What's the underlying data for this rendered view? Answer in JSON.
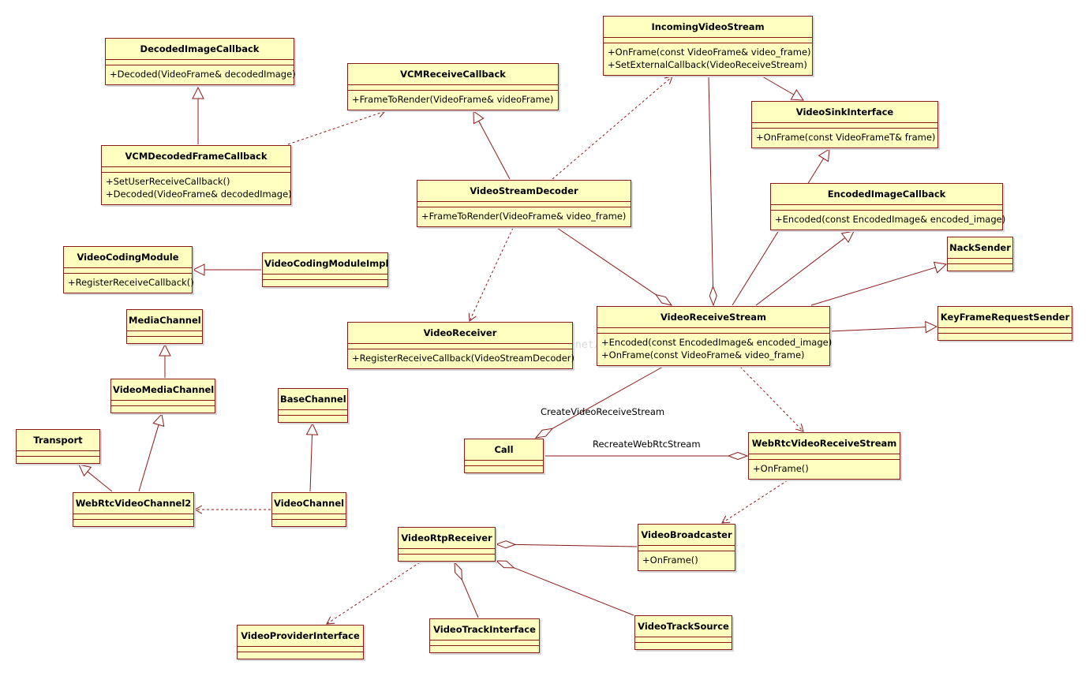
{
  "diagram": {
    "watermark": "http://blog.csdn.net/",
    "classes": {
      "DecodedImageCallback": {
        "name": "DecodedImageCallback",
        "ops": [
          "+Decoded(VideoFrame& decodedImage)"
        ]
      },
      "VCMReceiveCallback": {
        "name": "VCMReceiveCallback",
        "ops": [
          "+FrameToRender(VideoFrame& videoFrame)"
        ]
      },
      "IncomingVideoStream": {
        "name": "IncomingVideoStream",
        "ops": [
          "+OnFrame(const VideoFrame& video_frame)",
          "+SetExternalCallback(VideoReceiveStream)"
        ]
      },
      "VideoSinkInterface": {
        "name": "VideoSinkInterface",
        "ops": [
          "+OnFrame(const VideoFrameT& frame)"
        ]
      },
      "VCMDecodedFrameCallback": {
        "name": "VCMDecodedFrameCallback",
        "ops": [
          "+SetUserReceiveCallback()",
          "+Decoded(VideoFrame& decodedImage)"
        ]
      },
      "VideoStreamDecoder": {
        "name": "VideoStreamDecoder",
        "ops": [
          "+FrameToRender(VideoFrame& video_frame)"
        ]
      },
      "EncodedImageCallback": {
        "name": "EncodedImageCallback",
        "ops": [
          "+Encoded(const EncodedImage& encoded_image)"
        ]
      },
      "NackSender": {
        "name": "NackSender",
        "ops": []
      },
      "VideoCodingModule": {
        "name": "VideoCodingModule",
        "ops": [
          "+RegisterReceiveCallback()"
        ]
      },
      "VideoCodingModuleImpl": {
        "name": "VideoCodingModuleImpl",
        "ops": []
      },
      "MediaChannel": {
        "name": "MediaChannel",
        "ops": []
      },
      "VideoReceiver": {
        "name": "VideoReceiver",
        "ops": [
          "+RegisterReceiveCallback(VideoStreamDecoder)"
        ]
      },
      "VideoReceiveStream": {
        "name": "VideoReceiveStream",
        "ops": [
          "+Encoded(const EncodedImage& encoded_image)",
          "+OnFrame(const VideoFrame& video_frame)"
        ]
      },
      "KeyFrameRequestSender": {
        "name": "KeyFrameRequestSender",
        "ops": []
      },
      "VideoMediaChannel": {
        "name": "VideoMediaChannel",
        "ops": []
      },
      "BaseChannel": {
        "name": "BaseChannel",
        "ops": []
      },
      "Transport": {
        "name": "Transport",
        "ops": []
      },
      "Call": {
        "name": "Call",
        "ops": []
      },
      "WebRtcVideoReceiveStream": {
        "name": "WebRtcVideoReceiveStream",
        "ops": [
          "+OnFrame()"
        ]
      },
      "WebRtcVideoChannel2": {
        "name": "WebRtcVideoChannel2",
        "ops": []
      },
      "VideoChannel": {
        "name": "VideoChannel",
        "ops": []
      },
      "VideoRtpReceiver": {
        "name": "VideoRtpReceiver",
        "ops": []
      },
      "VideoBroadcaster": {
        "name": "VideoBroadcaster",
        "ops": [
          "+OnFrame()"
        ]
      },
      "VideoProviderInterface": {
        "name": "VideoProviderInterface",
        "ops": []
      },
      "VideoTrackInterface": {
        "name": "VideoTrackInterface",
        "ops": []
      },
      "VideoTrackSource": {
        "name": "VideoTrackSource",
        "ops": []
      }
    },
    "edge_labels": {
      "create_video_receive_stream": "CreateVideoReceiveStream",
      "recreate_webrtc_stream": "RecreateWebRtcStream"
    },
    "relations": [
      {
        "from": "VCMDecodedFrameCallback",
        "to": "DecodedImageCallback",
        "kind": "generalization"
      },
      {
        "from": "VCMDecodedFrameCallback",
        "to": "VCMReceiveCallback",
        "kind": "dependency"
      },
      {
        "from": "VideoStreamDecoder",
        "to": "VCMReceiveCallback",
        "kind": "generalization"
      },
      {
        "from": "VideoStreamDecoder",
        "to": "IncomingVideoStream",
        "kind": "dependency"
      },
      {
        "from": "VideoStreamDecoder",
        "to": "VideoReceiver",
        "kind": "dependency"
      },
      {
        "from": "VideoStreamDecoder",
        "to": "VideoReceiveStream",
        "kind": "aggregation"
      },
      {
        "from": "IncomingVideoStream",
        "to": "VideoSinkInterface",
        "kind": "generalization"
      },
      {
        "from": "IncomingVideoStream",
        "to": "VideoReceiveStream",
        "kind": "aggregation"
      },
      {
        "from": "VideoReceiveStream",
        "to": "VideoSinkInterface",
        "kind": "generalization"
      },
      {
        "from": "VideoReceiveStream",
        "to": "EncodedImageCallback",
        "kind": "generalization"
      },
      {
        "from": "VideoReceiveStream",
        "to": "NackSender",
        "kind": "generalization"
      },
      {
        "from": "VideoReceiveStream",
        "to": "KeyFrameRequestSender",
        "kind": "generalization"
      },
      {
        "from": "VideoReceiveStream",
        "to": "WebRtcVideoReceiveStream",
        "kind": "dependency"
      },
      {
        "from": "VideoReceiveStream",
        "to": "Call",
        "kind": "aggregation"
      },
      {
        "from": "Call",
        "to": "WebRtcVideoReceiveStream",
        "kind": "aggregation"
      },
      {
        "from": "WebRtcVideoReceiveStream",
        "to": "VideoBroadcaster",
        "kind": "dependency"
      },
      {
        "from": "VideoCodingModuleImpl",
        "to": "VideoCodingModule",
        "kind": "generalization"
      },
      {
        "from": "VideoMediaChannel",
        "to": "MediaChannel",
        "kind": "generalization"
      },
      {
        "from": "WebRtcVideoChannel2",
        "to": "VideoMediaChannel",
        "kind": "generalization"
      },
      {
        "from": "WebRtcVideoChannel2",
        "to": "Transport",
        "kind": "generalization"
      },
      {
        "from": "VideoChannel",
        "to": "BaseChannel",
        "kind": "generalization"
      },
      {
        "from": "VideoChannel",
        "to": "WebRtcVideoChannel2",
        "kind": "dependency"
      },
      {
        "from": "VideoBroadcaster",
        "to": "VideoRtpReceiver",
        "kind": "aggregation"
      },
      {
        "from": "VideoTrackInterface",
        "to": "VideoRtpReceiver",
        "kind": "aggregation"
      },
      {
        "from": "VideoTrackSource",
        "to": "VideoRtpReceiver",
        "kind": "aggregation"
      },
      {
        "from": "VideoRtpReceiver",
        "to": "VideoProviderInterface",
        "kind": "dependency"
      }
    ],
    "colors": {
      "box_fill": "#ffffc0",
      "border": "#8b1a1a",
      "line": "#8b1a1a"
    }
  }
}
